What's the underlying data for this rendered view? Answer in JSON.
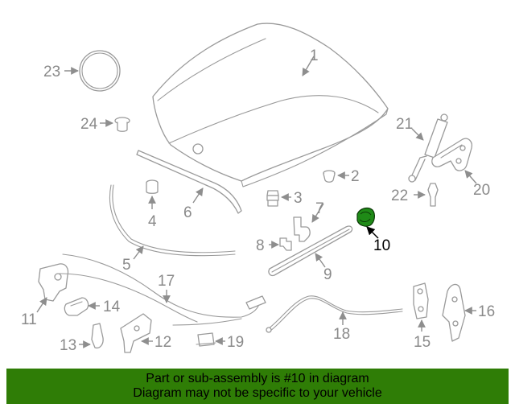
{
  "callouts": {
    "c1": "1",
    "c2": "2",
    "c3": "3",
    "c4": "4",
    "c5": "5",
    "c6": "6",
    "c7": "7",
    "c8": "8",
    "c9": "9",
    "c10": "10",
    "c11": "11",
    "c12": "12",
    "c13": "13",
    "c14": "14",
    "c15": "15",
    "c16": "16",
    "c17": "17",
    "c18": "18",
    "c19": "19",
    "c20": "20",
    "c21": "21",
    "c22": "22",
    "c23": "23",
    "c24": "24"
  },
  "highlighted_part": "10",
  "banner": {
    "line1": "Part or sub-assembly is #10 in diagram",
    "line2": "Diagram may not be specific to your vehicle"
  },
  "colors": {
    "banner_bg": "#2f7d06",
    "highlight_part": "#1f8a17",
    "part_line": "#9a9a9a",
    "label_text": "#8a8a8a"
  }
}
